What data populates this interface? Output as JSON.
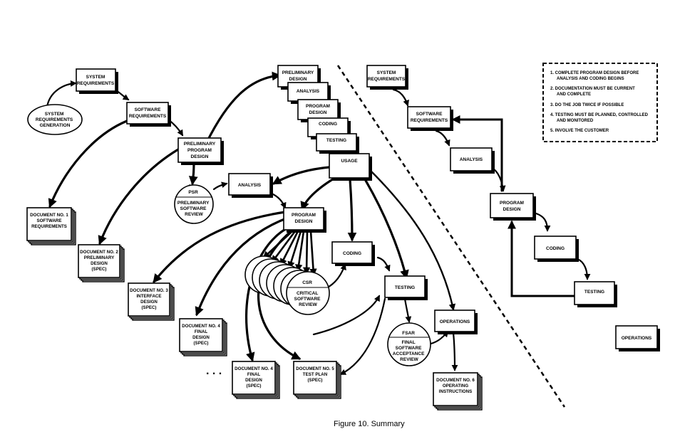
{
  "caption": "Figure 10. Summary",
  "left": {
    "system_requirements_generation": [
      "SYSTEM",
      "REQUIREMENTS",
      "GENERATION"
    ],
    "system_requirements": [
      "SYSTEM",
      "REQUIREMENTS"
    ],
    "software_requirements": [
      "SOFTWARE",
      "REQUIREMENTS"
    ],
    "preliminary_program_design": [
      "PRELIMINARY",
      "PROGRAM",
      "DESIGN"
    ],
    "psr": [
      "PSR",
      "PRELIMINARY",
      "SOFTWARE",
      "REVIEW"
    ],
    "analysis": [
      "ANALYSIS"
    ],
    "program_design": [
      "PROGRAM",
      "DESIGN"
    ],
    "coding": [
      "CODING"
    ],
    "testing": [
      "TESTING"
    ],
    "operations": [
      "OPERATIONS"
    ],
    "usage": [
      "USAGE"
    ],
    "csr": [
      "CSR",
      "CRITICAL",
      "SOFTWARE",
      "REVIEW"
    ],
    "fsar": [
      "FSAR",
      "FINAL",
      "SOFTWARE",
      "ACCEPTANCE",
      "REVIEW"
    ],
    "stack": {
      "preliminary_design": [
        "PRELIMINARY",
        "DESIGN"
      ],
      "analysis": [
        "ANALYSIS"
      ],
      "program_design": [
        "PROGRAM",
        "DESIGN"
      ],
      "coding": [
        "CODING"
      ],
      "testing": [
        "TESTING"
      ]
    },
    "documents": {
      "doc1": [
        "DOCUMENT NO. 1",
        "SOFTWARE",
        "REQUIREMENTS"
      ],
      "doc2": [
        "DOCUMENT NO. 2",
        "PRELIMINARY",
        "DESIGN",
        "(SPEC)"
      ],
      "doc3": [
        "DOCUMENT NO. 3",
        "INTERFACE",
        "DESIGN",
        "(SPEC)"
      ],
      "doc4a": [
        "DOCUMENT NO. 4",
        "FINAL",
        "DESIGN",
        "(SPEC)"
      ],
      "doc4b": [
        "DOCUMENT NO. 4",
        "FINAL",
        "DESIGN",
        "(SPEC)"
      ],
      "doc5": [
        "DOCUMENT NO. 5",
        "TEST PLAN",
        "(SPEC)"
      ],
      "doc6": [
        "DOCUMENT NO. 6",
        "OPERATING",
        "INSTRUCTIONS"
      ]
    },
    "ellipsis": ". . ."
  },
  "right": {
    "system_requirements": [
      "SYSTEM",
      "REQUIREMENTS"
    ],
    "software_requirements": [
      "SOFTWARE",
      "REQUIREMENTS"
    ],
    "analysis": [
      "ANALYSIS"
    ],
    "program_design": [
      "PROGRAM",
      "DESIGN"
    ],
    "coding": [
      "CODING"
    ],
    "testing": [
      "TESTING"
    ],
    "operations": [
      "OPERATIONS"
    ]
  },
  "principles": [
    [
      "1.  COMPLETE PROGRAM DESIGN BEFORE",
      "ANALYSIS AND CODING BEGINS"
    ],
    [
      "2.  DOCUMENTATION MUST BE CURRENT",
      "AND COMPLETE"
    ],
    [
      "3.  DO THE JOB TWICE IF POSSIBLE"
    ],
    [
      "4.  TESTING MUST BE PLANNED, CONTROLLED",
      "AND MONITORED"
    ],
    [
      "5.  INVOLVE THE CUSTOMER"
    ]
  ]
}
